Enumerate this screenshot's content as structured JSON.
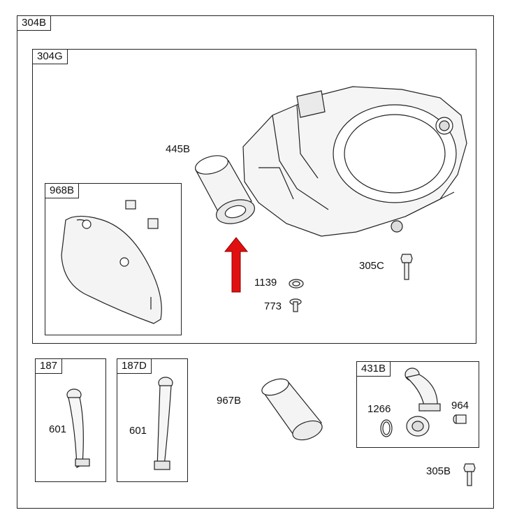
{
  "groups": {
    "outer": "304B",
    "inner": "304G",
    "kit_968": "968B",
    "kit_187": "187",
    "kit_187d": "187D",
    "kit_431": "431B"
  },
  "parts": {
    "p445b": "445B",
    "p1139": "1139",
    "p773": "773",
    "p305c": "305C",
    "p601a": "601",
    "p601b": "601",
    "p967b": "967B",
    "p1266": "1266",
    "p964": "964",
    "p305b": "305B"
  },
  "colors": {
    "arrow": "#e01010",
    "line": "#222222",
    "fill": "#f4f4f4"
  }
}
